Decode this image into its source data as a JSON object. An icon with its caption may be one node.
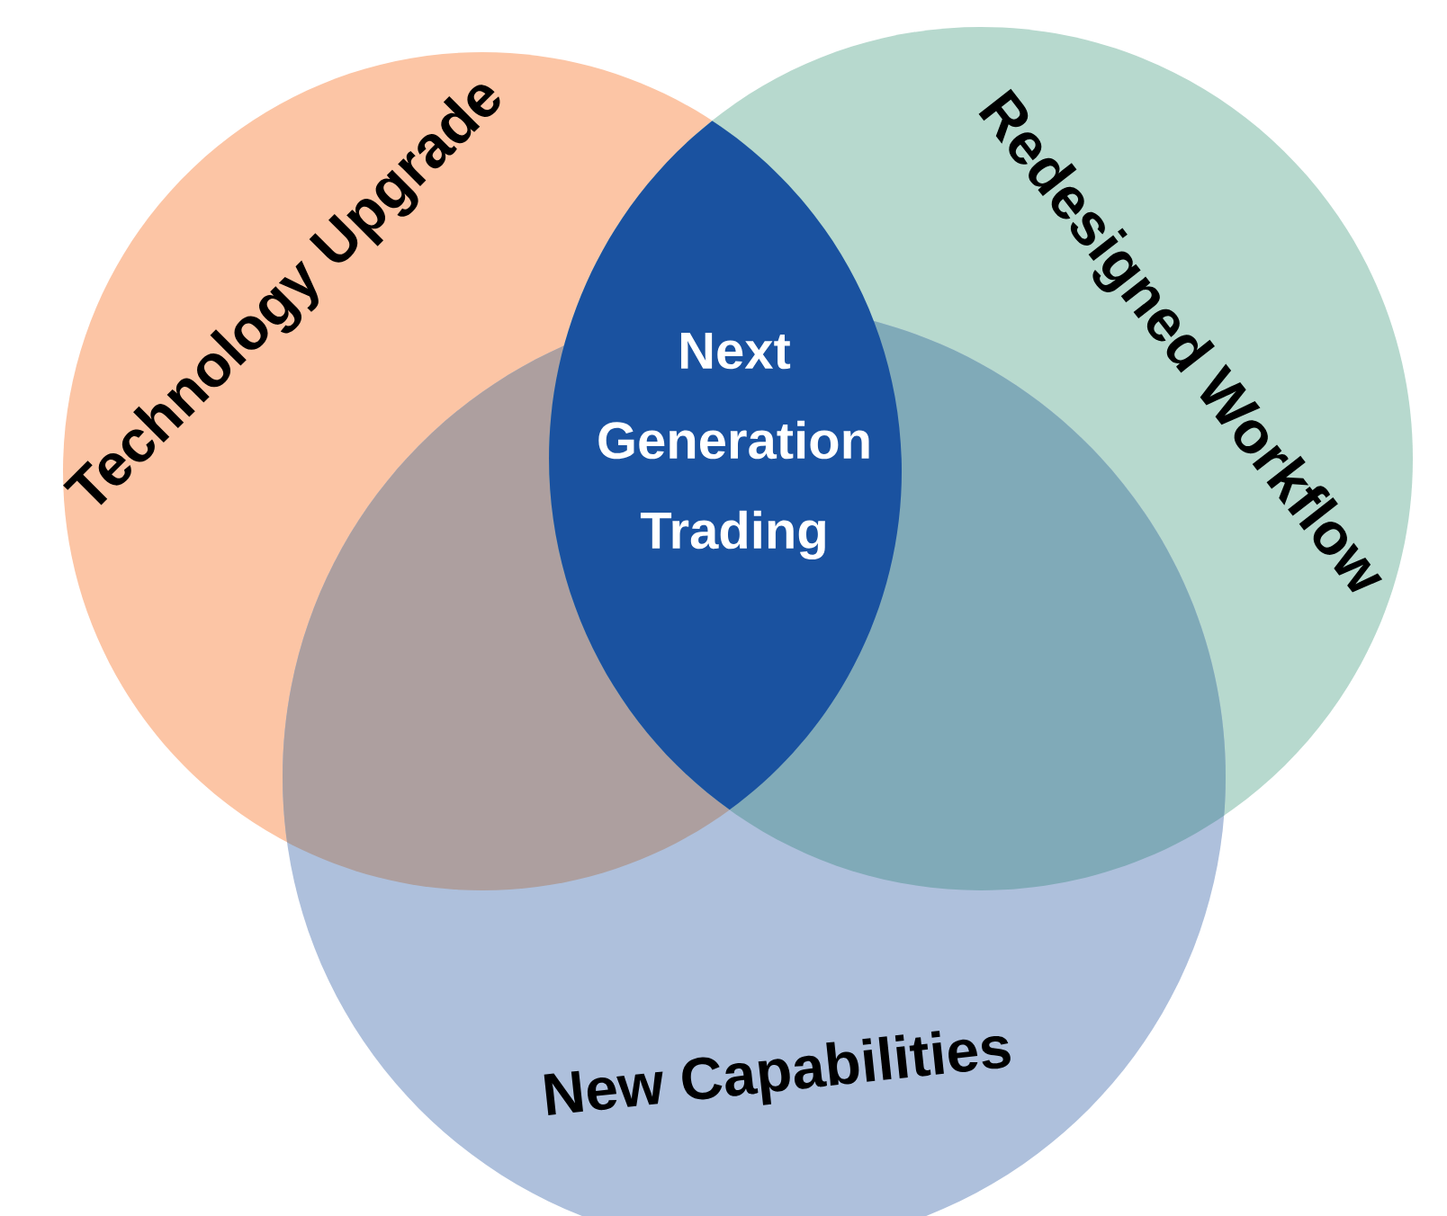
{
  "diagram": {
    "nodes": [
      {
        "text": [
          "Technology Upgrade"
        ]
      },
      {
        "text": [
          "Redesigned Workflow"
        ]
      },
      {
        "text": [
          "New Capabilities"
        ]
      },
      {
        "text": [
          "Next Generation Trading"
        ]
      }
    ]
  }
}
